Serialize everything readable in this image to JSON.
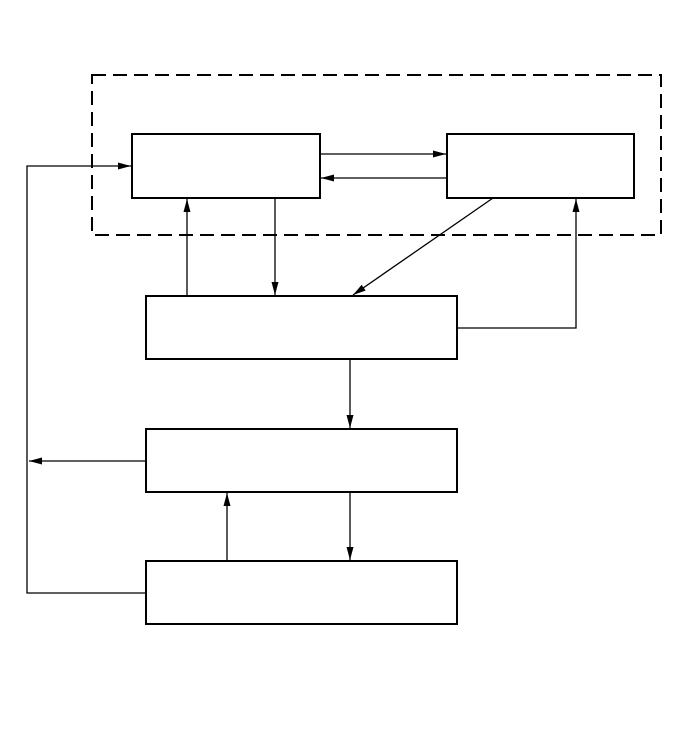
{
  "diagram": {
    "colors": {
      "stroke": "#000000",
      "background": "#ffffff"
    },
    "group": {
      "style": "dashed",
      "label": ""
    },
    "blocks": [
      {
        "id": "block-a",
        "label": ""
      },
      {
        "id": "block-b",
        "label": ""
      },
      {
        "id": "block-c",
        "label": ""
      },
      {
        "id": "block-d",
        "label": ""
      },
      {
        "id": "block-e",
        "label": ""
      }
    ],
    "connections": [
      {
        "from": "block-a",
        "to": "block-b"
      },
      {
        "from": "block-b",
        "to": "block-a"
      },
      {
        "from": "block-c",
        "to": "block-a"
      },
      {
        "from": "block-a",
        "to": "block-c"
      },
      {
        "from": "block-b",
        "to": "block-c"
      },
      {
        "from": "block-c",
        "to": "block-b"
      },
      {
        "from": "block-c",
        "to": "block-d"
      },
      {
        "from": "block-d",
        "to": "block-e"
      },
      {
        "from": "block-e",
        "to": "block-d"
      },
      {
        "from": "block-d",
        "to": "outside-left"
      },
      {
        "from": "block-e",
        "to": "block-a"
      }
    ]
  }
}
